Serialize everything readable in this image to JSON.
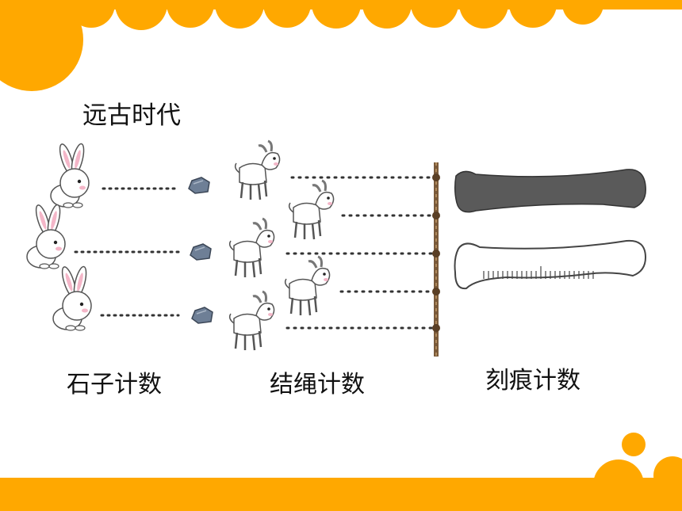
{
  "slide": {
    "title": "远古时代",
    "methods": {
      "stone": "石子计数",
      "rope": "结绳计数",
      "carve": "刻痕计数"
    }
  },
  "colors": {
    "accent": "#FFA800",
    "stone": "#6E7F96",
    "bone_dark": "#5A5A5A"
  },
  "icons": [
    "rabbit-icon",
    "goat-icon",
    "stone-icon",
    "rope-icon",
    "bone-icon"
  ]
}
